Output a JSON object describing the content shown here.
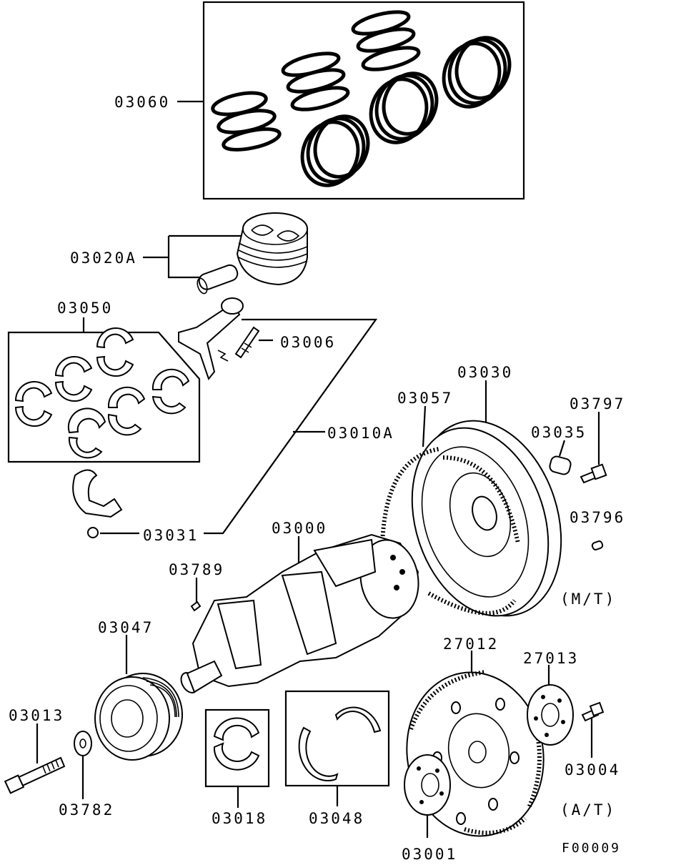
{
  "labels": {
    "p03060": "03060",
    "p03020A": "03020A",
    "p03050": "03050",
    "p03006": "03006",
    "p03030": "03030",
    "p03057": "03057",
    "p03797": "03797",
    "p03035": "03035",
    "p03010A": "03010A",
    "p03796": "03796",
    "p03031": "03031",
    "p03000": "03000",
    "p03789": "03789",
    "mt": "(M/T)",
    "p03047": "03047",
    "p27012": "27012",
    "p27013": "27013",
    "p03013": "03013",
    "p03004": "03004",
    "p03782": "03782",
    "p03018": "03018",
    "p03048": "03048",
    "at": "(A/T)",
    "p03001": "03001",
    "figure_code": "F00009"
  }
}
